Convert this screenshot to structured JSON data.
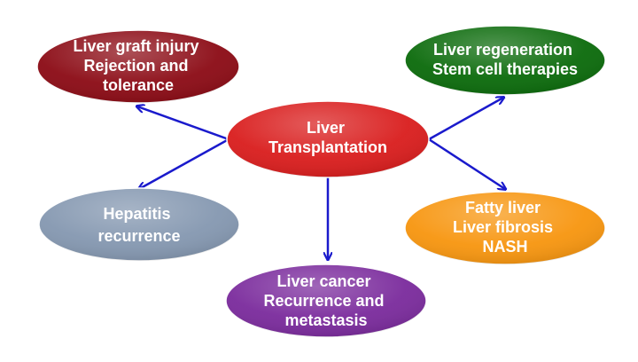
{
  "nodes": {
    "center": {
      "lines": [
        "Liver",
        "Transplantation"
      ],
      "color": "#d91c1c"
    },
    "graft": {
      "lines": [
        "Liver graft injury",
        "Rejection and",
        "tolerance"
      ],
      "color": "#8b0a14"
    },
    "regeneration": {
      "lines": [
        "Liver regeneration",
        "Stem cell therapies"
      ],
      "color": "#0a6a0a"
    },
    "hepatitis": {
      "lines": [
        "Hepatitis",
        "recurrence"
      ],
      "color": "#8497b0"
    },
    "fatty": {
      "lines": [
        "Fatty liver",
        "Liver fibrosis",
        "NASH"
      ],
      "color": "#f7950e"
    },
    "cancer": {
      "lines": [
        "Liver cancer",
        "Recurrence and",
        "metastasis"
      ],
      "color": "#7a2a9c"
    }
  },
  "edges": [
    {
      "from": "center",
      "to": "graft"
    },
    {
      "from": "center",
      "to": "regeneration"
    },
    {
      "from": "center",
      "to": "hepatitis"
    },
    {
      "from": "center",
      "to": "fatty"
    },
    {
      "from": "center",
      "to": "cancer"
    }
  ],
  "arrow_color": "#1a1acc"
}
